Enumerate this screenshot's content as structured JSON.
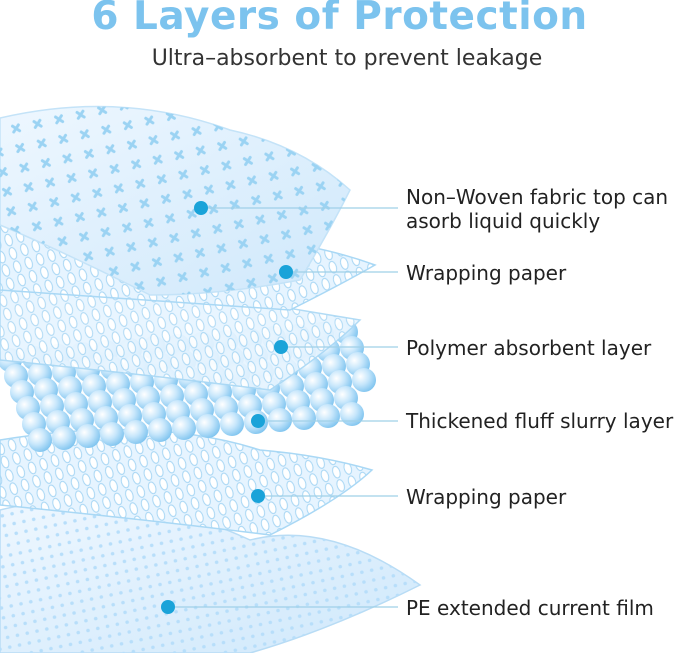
{
  "header": {
    "title": "6 Layers of Protection",
    "subtitle": "Ultra–absorbent to prevent leakage"
  },
  "colors": {
    "title": "#7cc3ee",
    "dot": "#1aa3d9",
    "line": "#9fd0e8",
    "layer": "#dcefff",
    "layer_edge": "#a9d8f5"
  },
  "layers": [
    {
      "lines": [
        "Non–Woven fabric top can",
        "asorb liquid quickly"
      ]
    },
    {
      "lines": [
        "Wrapping paper"
      ]
    },
    {
      "lines": [
        "Polymer absorbent layer"
      ]
    },
    {
      "lines": [
        "Thickened fluff slurry layer"
      ]
    },
    {
      "lines": [
        "Wrapping paper"
      ]
    },
    {
      "lines": [
        "PE extended current film"
      ]
    }
  ]
}
